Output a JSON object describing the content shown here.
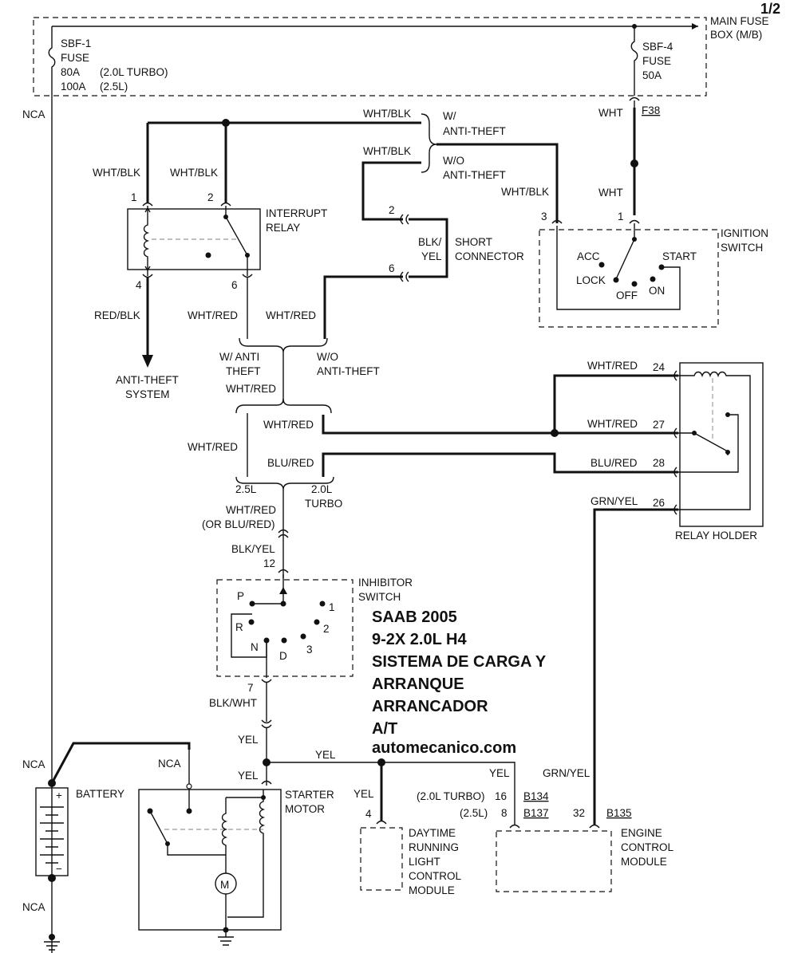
{
  "page": "1/2",
  "title_lines": [
    "SAAB 2005",
    "9-2X 2.0L H4",
    "SISTEMA DE CARGA Y",
    "ARRANQUE",
    "ARRANCADOR",
    "A/T",
    "automecanico.com"
  ],
  "fuse_box": {
    "label_line1": "MAIN FUSE",
    "label_line2": "BOX (M/B)",
    "sbf1": [
      "SBF-1",
      "FUSE",
      "80A",
      "100A"
    ],
    "sbf1_variants": [
      "(2.0L TURBO)",
      "(2.5L)"
    ],
    "sbf4": [
      "SBF-4",
      "FUSE",
      "50A"
    ]
  },
  "connector_f38": "F38",
  "anti_theft": {
    "w": [
      "W/",
      "ANTI-THEFT"
    ],
    "wo": [
      "W/O",
      "ANTI-THEFT"
    ]
  },
  "interrupt_relay": {
    "name": [
      "INTERRUPT",
      "RELAY"
    ],
    "pins": [
      "1",
      "2",
      "4",
      "6"
    ]
  },
  "short_connector": {
    "name": [
      "SHORT",
      "CONNECTOR"
    ],
    "pins": [
      "2",
      "6"
    ],
    "wire": [
      "BLK/",
      "YEL"
    ]
  },
  "ignition_switch": {
    "name": [
      "IGNITION",
      "SWITCH"
    ],
    "pins": [
      "3",
      "1"
    ],
    "positions": [
      "ACC",
      "LOCK",
      "OFF",
      "ON",
      "START"
    ]
  },
  "anti_theft_system": [
    "ANTI-THEFT",
    "SYSTEM"
  ],
  "split1": {
    "left": [
      "W/ ANTI",
      "THEFT"
    ],
    "right": [
      "W/O",
      "ANTI-THEFT"
    ]
  },
  "split2": {
    "left": "2.5L",
    "right": [
      "2.0L",
      "TURBO"
    ]
  },
  "relay_holder": {
    "name": "RELAY HOLDER",
    "pins": [
      "24",
      "27",
      "28",
      "26"
    ]
  },
  "inhibitor_switch": {
    "name": [
      "INHIBITOR",
      "SWITCH"
    ],
    "pins": [
      "12",
      "7"
    ],
    "positions": [
      "P",
      "R",
      "N",
      "D",
      "3",
      "2",
      "1"
    ]
  },
  "starter_motor": [
    "STARTER",
    "MOTOR"
  ],
  "motor_symbol": "M",
  "battery": "BATTERY",
  "battery_terminals": [
    "+",
    "−"
  ],
  "drl_module": [
    "DAYTIME",
    "RUNNING",
    "LIGHT",
    "CONTROL",
    "MODULE"
  ],
  "drl_pin": "4",
  "ecm": {
    "name": [
      "ENGINE",
      "CONTROL",
      "MODULE"
    ],
    "rows": [
      {
        "variant": "(2.0L TURBO)",
        "pin": "16",
        "connector": "B134"
      },
      {
        "variant": "(2.5L)",
        "pin": "8",
        "connector": "B137"
      }
    ],
    "pin32": "32",
    "connector32": "B135"
  },
  "nca": "NCA",
  "wires": {
    "wht_blk": "WHT/BLK",
    "wht": "WHT",
    "red_blk": "RED/BLK",
    "wht_red": "WHT/RED",
    "blu_red": "BLU/RED",
    "grn_yel": "GRN/YEL",
    "wht_red_or": [
      "WHT/RED",
      "(OR BLU/RED)"
    ],
    "blk_yel": "BLK/YEL",
    "blk_wht": "BLK/WHT",
    "yel": "YEL"
  }
}
